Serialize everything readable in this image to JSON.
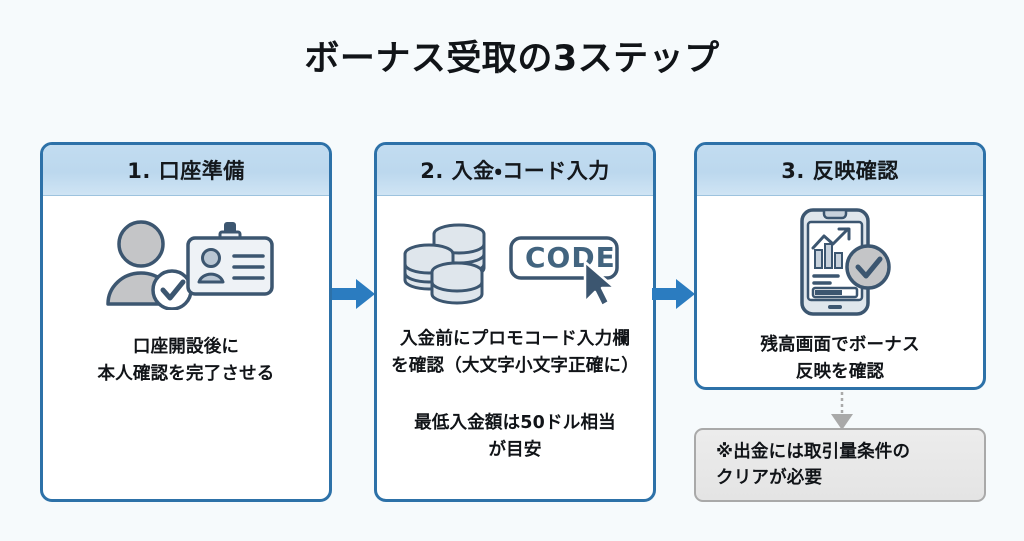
{
  "page": {
    "title": "ボーナス受取の3ステップ",
    "background_color": "#f6fafc",
    "accent_color": "#2d71a8",
    "header_band_color": "#bcd8ee",
    "arrow_color": "#2b7cc0",
    "note_box_color": "#e8e8e8"
  },
  "steps": [
    {
      "header": "1. 口座準備",
      "icon": "person-id-verified-icon",
      "lines": [
        "口座開設後に",
        "本人確認を完了させる"
      ],
      "extra_lines": []
    },
    {
      "header": "2. 入金・コード入力",
      "icon": "coins-promo-code-icon",
      "code_field_label": "CODE",
      "lines": [
        "入金前にプロモコード入力欄",
        "を確認（大文字小文字正確に）"
      ],
      "extra_lines": [
        "最低入金額は50ドル相当",
        "が目安"
      ]
    },
    {
      "header": "3. 反映確認",
      "icon": "phone-chart-verified-icon",
      "lines": [
        "残高画面でボーナス",
        "反映を確認"
      ],
      "extra_lines": []
    }
  ],
  "connectors": {
    "arrow_1": "arrow-right-icon",
    "arrow_2": "arrow-right-icon",
    "arrow_down": "arrow-down-dotted-icon"
  },
  "note": {
    "lines": [
      "※出金には取引量条件の",
      "クリアが必要"
    ]
  }
}
